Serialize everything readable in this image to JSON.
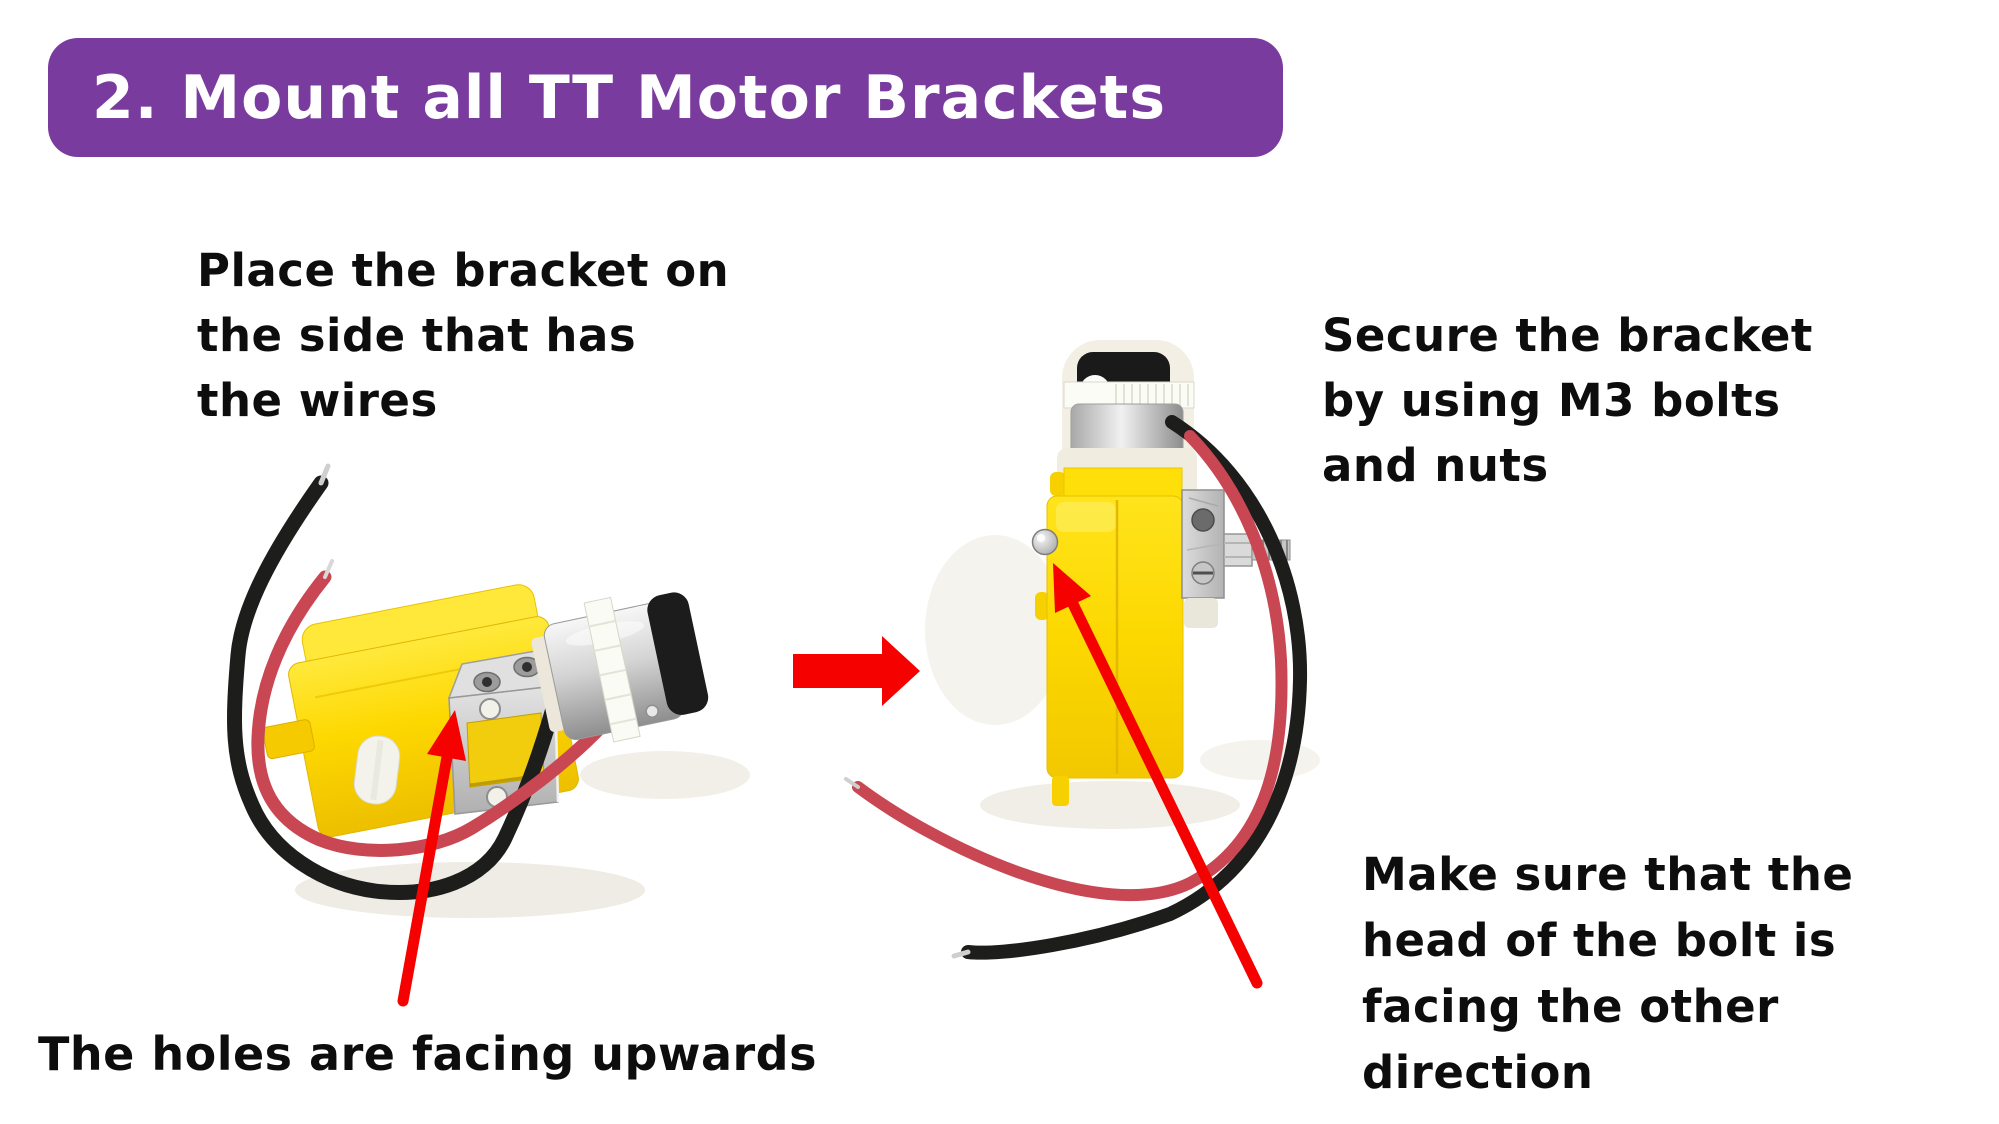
{
  "header": {
    "title": "2. Mount all TT Motor Brackets"
  },
  "annotations": {
    "place_bracket": {
      "lines": [
        "Place the bracket on",
        "the side that has",
        "the wires"
      ]
    },
    "secure_bracket": {
      "lines": [
        "Secure the bracket",
        "by using M3 bolts",
        "and nuts"
      ]
    },
    "holes_facing": {
      "lines": [
        "The holes are facing upwards"
      ]
    },
    "bolt_direction": {
      "lines": [
        "Make sure that the",
        "head of the bolt is",
        "facing the other",
        "direction"
      ]
    }
  },
  "colors": {
    "background": "#ffffff",
    "banner_bg": "#7a3b9e",
    "banner_text": "#ffffff",
    "annotation_text": "#0d0d0d",
    "arrow_red": "#f40100",
    "motor_yellow": "#ffde00",
    "wire_red": "#c94752",
    "wire_black": "#1d1d1b",
    "metal_silver": "#c9c9c9"
  }
}
